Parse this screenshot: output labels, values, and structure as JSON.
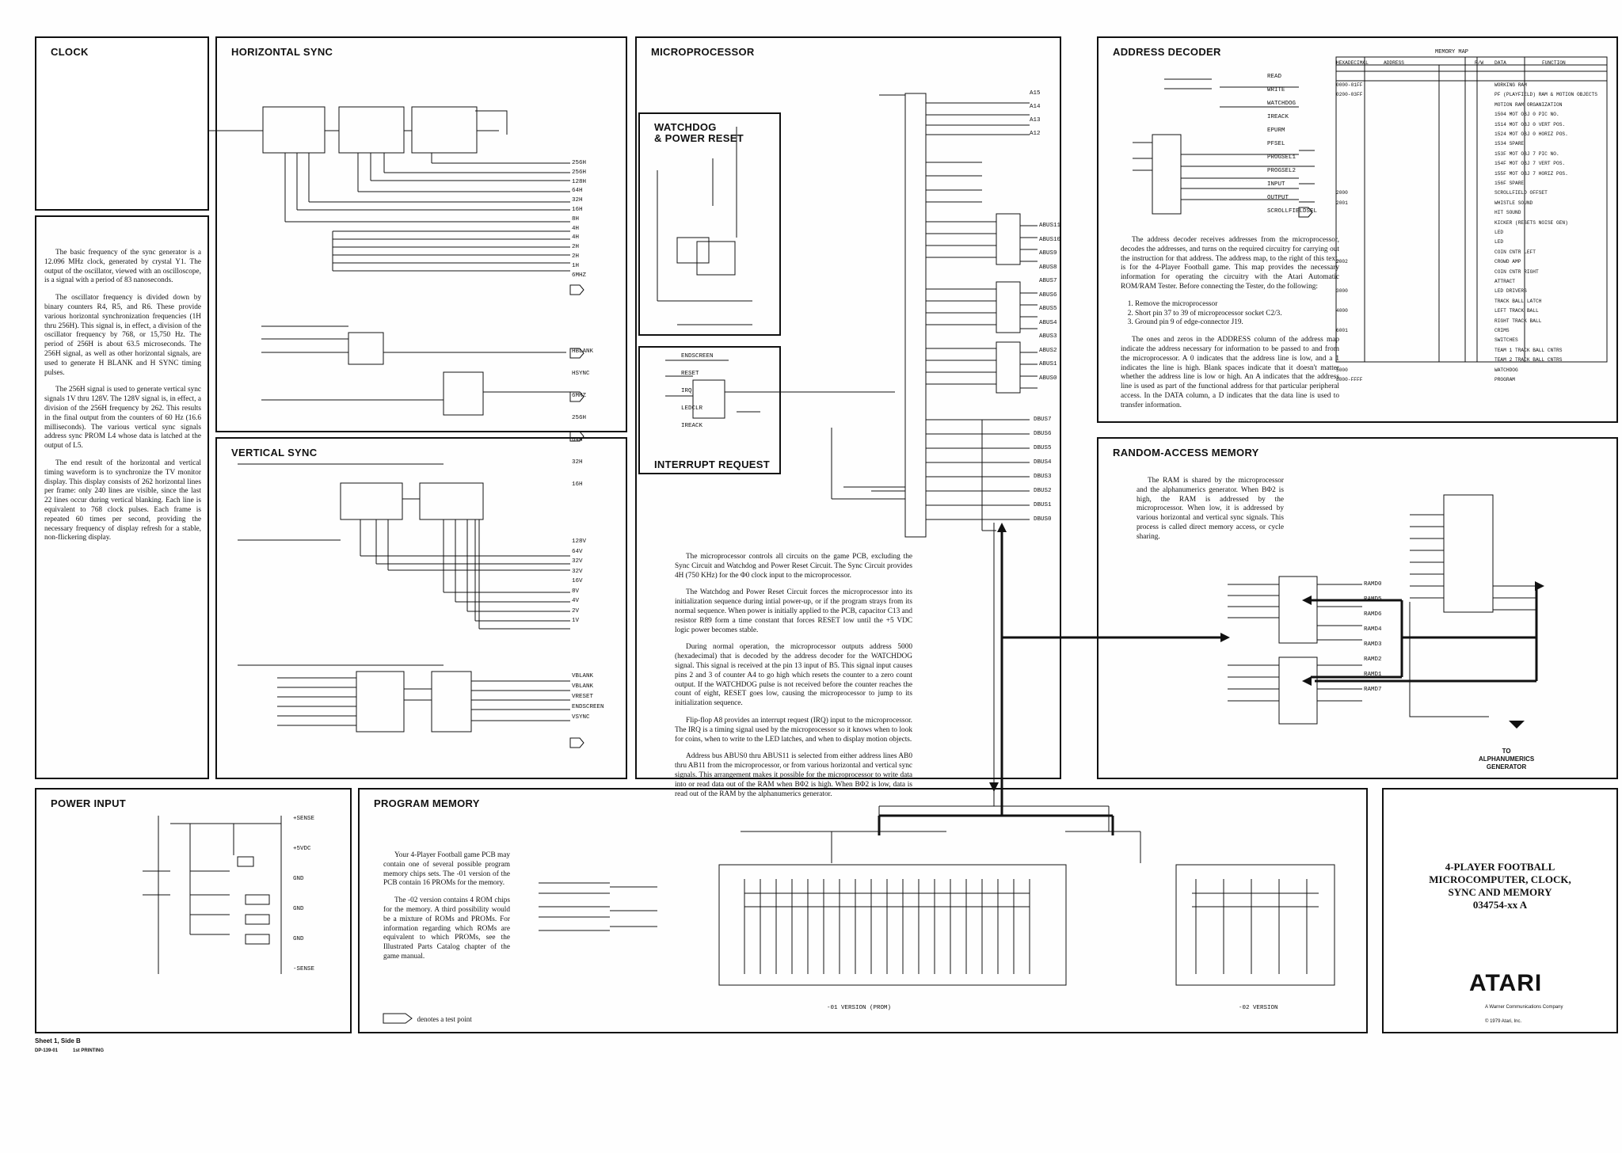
{
  "panels": {
    "clock": "CLOCK",
    "hsync": "HORIZONTAL SYNC",
    "microprocessor": "MICROPROCESSOR",
    "watchdog": "WATCHDOG\n& POWER RESET",
    "interrupt": "INTERRUPT REQUEST",
    "address_decoder": "ADDRESS DECODER",
    "ram": "RANDOM-ACCESS MEMORY",
    "vsync": "VERTICAL SYNC",
    "power": "POWER INPUT",
    "program_memory": "PROGRAM MEMORY"
  },
  "text_sync": [
    "The basic frequency of the sync generator is a 12.096 MHz clock, generated by crystal Y1. The output of the oscillator, viewed with an oscilloscope, is a signal with a period of 83 nanoseconds.",
    "The oscillator frequency is divided down by binary counters R4, R5, and R6. These provide various horizontal synchronization frequencies (1H thru 256H). This signal is, in effect, a division of the oscillator frequency by 768, or 15,750 Hz. The period of 256H is about 63.5 microseconds. The 256H signal, as well as other horizontal signals, are used to generate H BLANK and H SYNC timing pulses.",
    "The 256H signal is used to generate vertical sync signals 1V thru 128V. The 128V signal is, in effect, a division of the 256H frequency by 262. This results in the final output from the counters of 60 Hz (16.6 milliseconds). The various vertical sync signals address sync PROM L4 whose data is latched at the output of L5.",
    "The end result of the horizontal and vertical timing waveform is to synchronize the TV monitor display. This display consists of 262 horizontal lines per frame: only 240 lines are visible, since the last 22 lines occur during vertical blanking. Each line is equivalent to 768 clock pulses. Each frame is repeated 60 times per second, providing the necessary frequency of display refresh for a stable, non-flickering display."
  ],
  "text_micro": [
    "The microprocessor controls all circuits on the game PCB, excluding the Sync Circuit and Watchdog and Power Reset Circuit. The Sync Circuit provides 4H (750 KHz) for the Φ0 clock input to the microprocessor.",
    "The Watchdog and Power Reset Circuit forces the microprocessor into its initialization sequence during intial power-up, or if the program strays from its normal sequence. When power is initially applied to the PCB, capacitor C13 and resistor R89 form a time constant that forces RESET low until the +5 VDC logic power becomes stable.",
    "During normal operation, the microprocessor outputs address 5000 (hexadecimal) that is decoded by the address decoder for the WATCHDOG signal. This signal is received at the pin 13 input of B5. This signal input causes pins 2 and 3 of counter A4 to go high which resets the counter to a zero count output. If the WATCHDOG pulse is not received before the counter reaches the count of eight, RESET goes low, causing the microprocessor to jump to its initialization sequence.",
    "Flip-flop A8 provides an interrupt request (IRQ) input to the microprocessor. The IRQ is a timing signal used by the microprocessor so it knows when to look for coins, when to write to the LED latches, and when to display motion objects.",
    "Address bus ABUS0 thru ABUS11 is selected from either address lines AB0 thru AB11 from the microprocessor, or from various horizontal and vertical sync signals. This arrangement makes it possible for the microprocessor to write data into or read data out of the RAM when BΦ2 is high. When BΦ2 is low, data is read out of the RAM by the alphanumerics generator."
  ],
  "text_decoder": {
    "p1": "The address decoder receives addresses from the microprocessor, decodes the addresses, and turns on the required circuitry for carrying out the instruction for that address. The address map, to the right of this text, is for the 4-Player Football game. This map provides the necessary information for operating the circuitry with the Atari Automatic ROM/RAM Tester. Before connecting the Tester, do the following:",
    "steps": [
      "Remove the microprocessor",
      "Short pin 37 to 39 of microprocessor socket C2/3.",
      "Ground pin 9 of edge-connector J19."
    ],
    "p2": "The ones and zeros in the ADDRESS column of the address map indicate the address necessary for information to be passed to and from the microprocessor. A 0 indicates that the address line is low, and a 1 indicates the line is high. Blank spaces indicate that it doesn't matter whether the address line is low or high. An A indicates that the address line is used as part of the functional address for that particular peripheral access. In the DATA column, a D indicates that the data line is used to transfer information."
  },
  "text_ram": "The RAM is shared by the microprocessor and the alphanumerics generator. When BΦ2 is high, the RAM is addressed by the microprocessor. When low, it is addressed by various horizontal and vertical sync signals. This process is called direct memory access, or cycle sharing.",
  "text_program": [
    "Your 4-Player Football game PCB may contain one of several possible program memory chips sets. The -01 version of the PCB contain 16 PROMs for the memory.",
    "The -02 version contains 4 ROM chips for the memory. A third possibility would be a mixture of ROMs and PROMs. For information regarding which ROMs are equivalent to which PROMs, see the Illustrated Parts Catalog chapter of the game manual."
  ],
  "test_point_note": "denotes a test point",
  "memory_map": {
    "title": "MEMORY MAP",
    "headers": [
      "HEXADECIMAL",
      "ADDRESS",
      "R/W",
      "DATA",
      "FUNCTION"
    ],
    "rows": [
      [
        "0000-01FF",
        "WORKING RAM"
      ],
      [
        "0200-03FF",
        "PF (PLAYFIELD) RAM & MOTION OBJECTS"
      ],
      [
        "",
        "MOTION RAM ORGANIZATION"
      ],
      [
        "",
        "1504  MOT OBJ 0  PIC NO."
      ],
      [
        "",
        "1514  MOT OBJ 0  VERT POS."
      ],
      [
        "",
        "1524  MOT OBJ 0  HORIZ POS."
      ],
      [
        "",
        "1534  SPARE"
      ],
      [
        "",
        "153F  MOT OBJ 7  PIC NO."
      ],
      [
        "",
        "154F  MOT OBJ 7  VERT POS."
      ],
      [
        "",
        "155F  MOT OBJ 7  HORIZ POS."
      ],
      [
        "",
        "156F  SPARE"
      ],
      [
        "2000",
        "SCROLLFIELD OFFSET"
      ],
      [
        "2001",
        "WHISTLE SOUND"
      ],
      [
        "",
        "HIT SOUND"
      ],
      [
        "",
        "KICKER (RESETS NOISE GEN)"
      ],
      [
        "",
        "LED"
      ],
      [
        "",
        "LED"
      ],
      [
        "",
        "COIN CNTR LEFT"
      ],
      [
        "2002",
        "CROWD AMP"
      ],
      [
        "",
        "COIN CNTR RIGHT"
      ],
      [
        "",
        "ATTRACT"
      ],
      [
        "3000",
        "LED DRIVERS"
      ],
      [
        "",
        "TRACK BALL LATCH"
      ],
      [
        "4000",
        "LEFT TRACK BALL"
      ],
      [
        "",
        "RIGHT TRACK BALL"
      ],
      [
        "6001",
        "CRIMS"
      ],
      [
        "",
        "SWITCHES"
      ],
      [
        "",
        "TEAM 1 TRACK BALL CNTRS"
      ],
      [
        "",
        "TEAM 2 TRACK BALL CNTRS"
      ],
      [
        "5000",
        "WATCHDOG"
      ],
      [
        "8000-FFFF",
        "PROGRAM"
      ]
    ]
  },
  "ram_note": "TO\nALPHANUMERICS\nGENERATOR",
  "title_block": {
    "line1": "4-PLAYER FOOTBALL",
    "line2": "MICROCOMPUTER, CLOCK,",
    "line3": "SYNC AND MEMORY",
    "line4": "034754-xx   A",
    "logo": "ATARI",
    "company": "A Warner Communications Company",
    "copyright": "© 1979 Atari, Inc."
  },
  "footer": {
    "sheet": "Sheet 1, Side B",
    "code": "DP-139-01",
    "printing": "1st PRINTING"
  },
  "versions": {
    "prom": "-01 VERSION (PROM)",
    "rom": "-02 VERSION"
  },
  "signals": {
    "hsync_out": [
      "256H",
      "256H",
      "128H",
      "64H",
      "32H",
      "16H",
      "8H",
      "4H",
      "4H",
      "2H",
      "2H",
      "1H",
      "6MHZ"
    ],
    "vsync_out": [
      "128V",
      "64V",
      "32V",
      "32V",
      "16V",
      "8V",
      "4V",
      "2V",
      "1V"
    ],
    "vsync_prom_out": [
      "VBLANK",
      "VBLANK",
      "VRESET",
      "ENDSCREEN",
      "VSYNC"
    ],
    "micro_addr": [
      "A15",
      "A14",
      "A13",
      "A12"
    ],
    "abus": [
      "ABUS11",
      "ABUS10",
      "ABUS9",
      "ABUS8",
      "ABUS7",
      "ABUS6",
      "ABUS5",
      "ABUS4",
      "ABUS3",
      "ABUS2",
      "ABUS1",
      "ABUS0"
    ],
    "dbus": [
      "DBUS7",
      "DBUS6",
      "DBUS5",
      "DBUS4",
      "DBUS3",
      "DBUS2",
      "DBUS1",
      "DBUS0"
    ],
    "decoder_out": [
      "READ",
      "WRITE",
      "WATCHDOG",
      "IREACK",
      "EPURM",
      "PFSEL",
      "PROGSEL1",
      "PROGSEL2",
      "INPUT",
      "OUTPUT",
      "SCROLLFIELDSEL"
    ],
    "ramd": [
      "RAMD0",
      "RAMD5",
      "RAMD6",
      "RAMD4",
      "RAMD3",
      "RAMD2",
      "RAMD1",
      "RAMD7"
    ],
    "power": [
      "+SENSE",
      "+5VDC",
      "GND",
      "GND",
      "GND",
      "-SENSE"
    ],
    "hsync_misc": [
      "HBLANK",
      "HSYNC",
      "6MHZ",
      "256H",
      "64H",
      "32H",
      "16H"
    ],
    "irq": [
      "ENDSCREEN",
      "RESET",
      "IRQ",
      "LEDCLR",
      "IREACK"
    ]
  }
}
